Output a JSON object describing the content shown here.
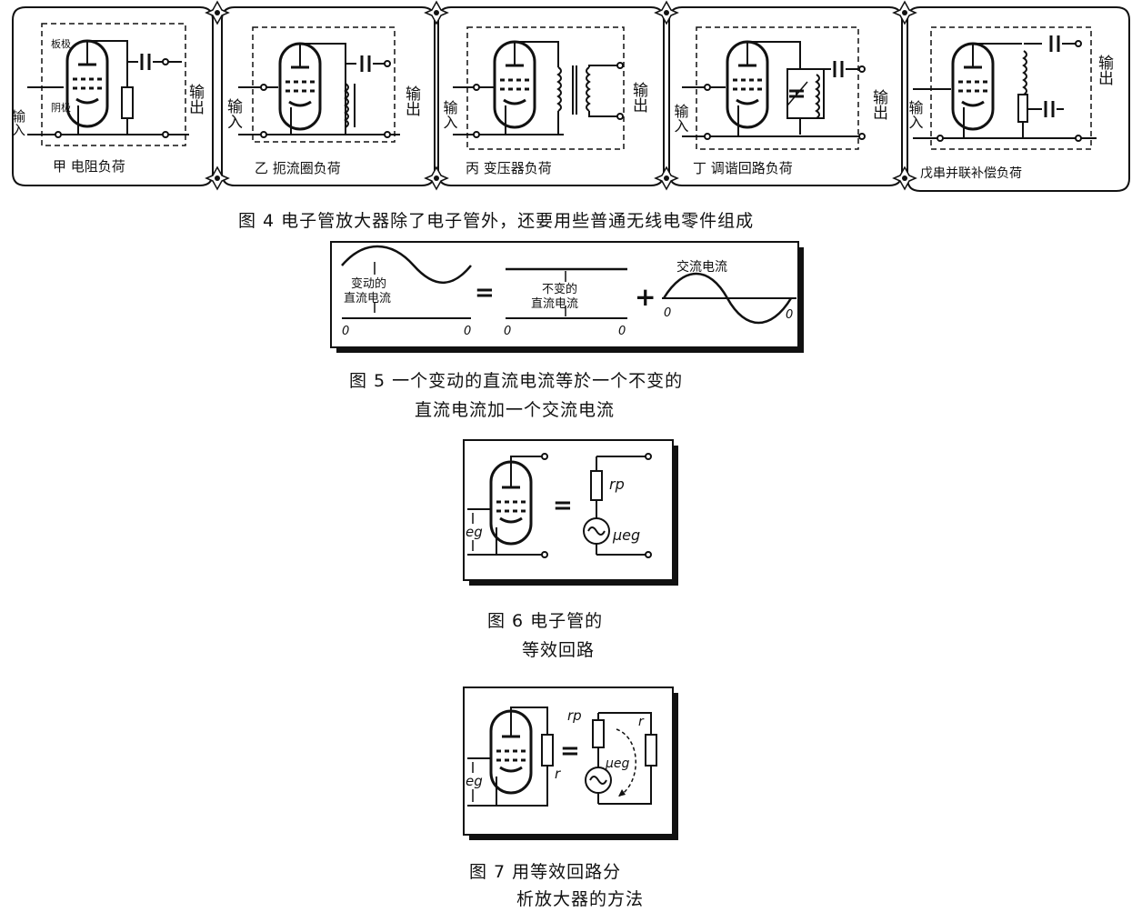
{
  "fig4": {
    "panels": [
      {
        "caption": "甲 电阻负荷",
        "in": "输入",
        "out": "输出",
        "cathode": "阴极",
        "plate": "板极"
      },
      {
        "caption": "乙 扼流圈负荷",
        "in": "输入",
        "out": "输出"
      },
      {
        "caption": "丙 变压器负荷",
        "in": "输入",
        "out": "输出"
      },
      {
        "caption": "丁 调谐回路负荷",
        "in": "输入",
        "out": "输出"
      },
      {
        "caption": "戊串并联补偿负荷",
        "in": "输入",
        "out": "输出"
      }
    ],
    "caption": "图 4   电子管放大器除了电子管外，还要用些普通无线电零件组成"
  },
  "fig5": {
    "label_varying_dc": "变动的\n直流电流",
    "label_steady_dc": "不变的\n直流电流",
    "label_ac": "交流电流",
    "equals": "=",
    "plus": "+",
    "origin": "0",
    "caption_line1": "图 5   一个变动的直流电流等於一个不变的",
    "caption_line2": "直流电流加一个交流电流"
  },
  "fig6": {
    "eg": "eg",
    "rp": "rp",
    "mueg": "μeg",
    "equals": "=",
    "caption_line1": "图 6   电子管的",
    "caption_line2": "等效回路"
  },
  "fig7": {
    "eg": "eg",
    "rp": "rp",
    "mueg": "μeg",
    "r_load": "r",
    "equals": "=",
    "caption_line1": "图 7   用等效回路分",
    "caption_line2": "析放大器的方法"
  }
}
